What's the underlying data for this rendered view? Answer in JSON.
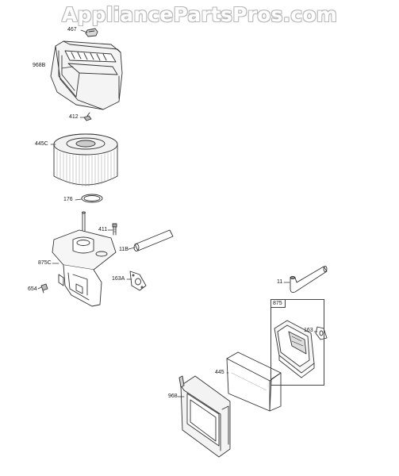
{
  "watermark": "AppliancePartsPros.com",
  "parts": [
    {
      "label": "467"
    },
    {
      "label": "968B"
    },
    {
      "label": "412"
    },
    {
      "label": "445C"
    },
    {
      "label": "176"
    },
    {
      "label": "411"
    },
    {
      "label": "11B"
    },
    {
      "label": "875C"
    },
    {
      "label": "163A"
    },
    {
      "label": "654"
    },
    {
      "label": "11"
    },
    {
      "label": "875"
    },
    {
      "label": "163"
    },
    {
      "label": "445"
    },
    {
      "label": "968"
    }
  ]
}
